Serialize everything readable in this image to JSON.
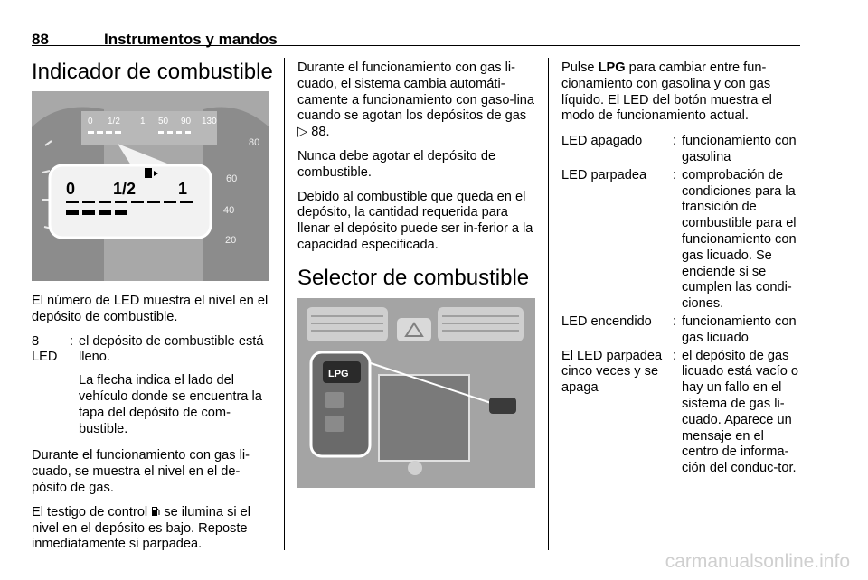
{
  "header": {
    "page_number": "88",
    "section": "Instrumentos y mandos"
  },
  "col1": {
    "title": "Indicador de combustible",
    "figure": {
      "labels": [
        "0",
        "1/2",
        "1"
      ]
    },
    "caption": "El número de LED muestra el nivel en el depósito de combustible.",
    "def_term_line1": "8",
    "def_term_line2": "LED",
    "def_desc": "el depósito de combustible está lleno.",
    "def_note": "La flecha indica el lado del vehículo donde se encuentra la tapa del depósito de com-bustible.",
    "para1": "Durante el funcionamiento con gas li-cuado, se muestra el nivel en el de-pósito de gas.",
    "para2_a": "El testigo de control",
    "para2_b": "se ilumina si el nivel en el depósito es bajo. Reposte inmediatamente si parpadea."
  },
  "col2": {
    "p1_a": "Durante el funcionamiento con gas li-cuado, el sistema cambia automáti-camente a funcionamiento con gaso-lina cuando se agotan los depósitos de gas",
    "p1_ref": "88.",
    "p2": "Nunca debe agotar el depósito de combustible.",
    "p3": "Debido al combustible que queda en el depósito, la cantidad requerida para llenar el depósito puede ser in-ferior a la capacidad especificada.",
    "title": "Selector de combustible",
    "figure": {
      "button_label": "LPG"
    }
  },
  "col3": {
    "intro_a": "Pulse",
    "intro_b": "LPG",
    "intro_c": "para cambiar entre fun-cionamiento con gasolina y con gas líquido. El LED del botón muestra el modo de funcionamiento actual.",
    "items": [
      {
        "term": "LED apagado",
        "desc": "funcionamiento con gasolina"
      },
      {
        "term": "LED parpadea",
        "desc": "comprobación de condiciones para la transición de combustible para el funcionamiento con gas licuado. Se enciende si se cumplen las condi-ciones."
      },
      {
        "term": "LED encendido",
        "desc": "funcionamiento con gas licuado"
      },
      {
        "term": "El LED parpadea cinco veces y se apaga",
        "desc": "el depósito de gas licuado está vacío o hay un fallo en el sistema de gas li-cuado. Aparece un mensaje en el centro de informa-ción del conduc-tor."
      }
    ]
  },
  "watermark": "carmanualsonline.info"
}
